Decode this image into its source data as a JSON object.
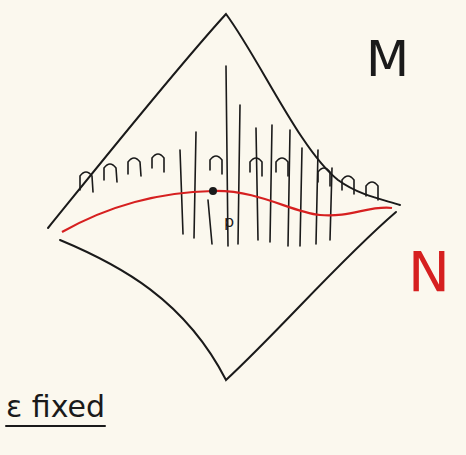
{
  "diagram": {
    "labels": [
      "M",
      "N",
      "p",
      "ε fixed"
    ]
  }
}
